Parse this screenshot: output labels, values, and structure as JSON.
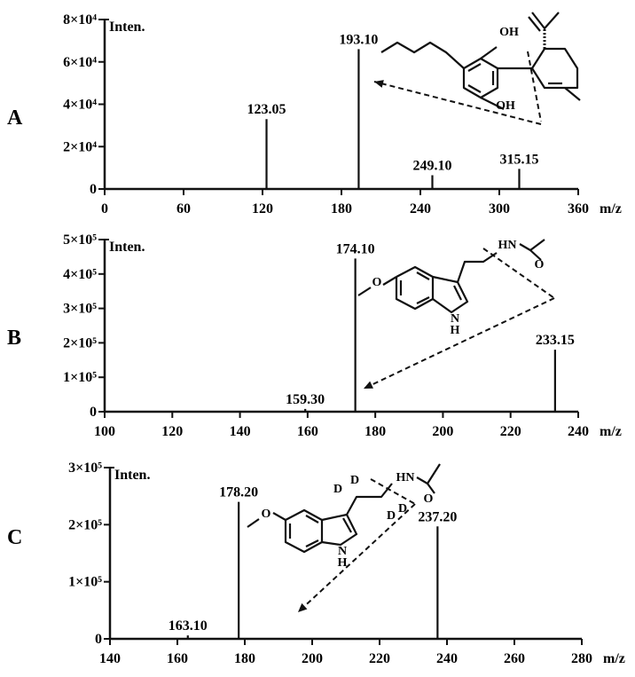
{
  "figure": {
    "panels": [
      {
        "letter": "A",
        "ylabel": "Inten.",
        "xlabel": "m/z"
      },
      {
        "letter": "B",
        "ylabel": "Inten.",
        "xlabel": "m/z"
      },
      {
        "letter": "C",
        "ylabel": "Inten.",
        "xlabel": "m/z"
      }
    ]
  },
  "chart_data": [
    {
      "type": "bar",
      "panel": "A",
      "title": "",
      "xlabel": "m/z",
      "ylabel": "Inten.",
      "xlim": [
        0,
        360
      ],
      "ylim": [
        0,
        80000
      ],
      "xticks": [
        "0",
        "60",
        "120",
        "180",
        "240",
        "300",
        "360"
      ],
      "yticks": [
        "0",
        "2×10⁴",
        "4×10⁴",
        "6×10⁴",
        "8×10⁴"
      ],
      "peaks": [
        {
          "mz": 123.05,
          "label": "123.05",
          "intensity": 33000
        },
        {
          "mz": 193.1,
          "label": "193.10",
          "intensity": 66000
        },
        {
          "mz": 249.1,
          "label": "249.10",
          "intensity": 6500
        },
        {
          "mz": 315.15,
          "label": "315.15",
          "intensity": 9500
        }
      ],
      "annotation": "CBD structure with dashed fragmentation arrow to 193.10",
      "atoms": [
        "OH",
        "OH"
      ]
    },
    {
      "type": "bar",
      "panel": "B",
      "title": "",
      "xlabel": "m/z",
      "ylabel": "Inten.",
      "xlim": [
        100,
        240
      ],
      "ylim": [
        0,
        500000
      ],
      "xticks": [
        "100",
        "120",
        "140",
        "160",
        "180",
        "200",
        "220",
        "240"
      ],
      "yticks": [
        "0",
        "1×10⁵",
        "2×10⁵",
        "3×10⁵",
        "4×10⁵",
        "5×10⁵"
      ],
      "peaks": [
        {
          "mz": 159.3,
          "label": "159.30",
          "intensity": 8000
        },
        {
          "mz": 174.1,
          "label": "174.10",
          "intensity": 445000
        },
        {
          "mz": 233.15,
          "label": "233.15",
          "intensity": 180000
        }
      ],
      "annotation": "Melatonin structure with dashed fragmentation arrow to 174.10",
      "atoms": [
        "O",
        "HN",
        "O",
        "N",
        "H"
      ]
    },
    {
      "type": "bar",
      "panel": "C",
      "title": "",
      "xlabel": "m/z",
      "ylabel": "Inten.",
      "xlim": [
        140,
        280
      ],
      "ylim": [
        0,
        300000
      ],
      "xticks": [
        "140",
        "160",
        "180",
        "200",
        "220",
        "240",
        "260",
        "280"
      ],
      "yticks": [
        "0",
        "1×10⁵",
        "2×10⁵",
        "3×10⁵"
      ],
      "peaks": [
        {
          "mz": 163.1,
          "label": "163.10",
          "intensity": 6000
        },
        {
          "mz": 178.2,
          "label": "178.20",
          "intensity": 240000
        },
        {
          "mz": 237.2,
          "label": "237.20",
          "intensity": 197000
        }
      ],
      "annotation": "Melatonin-d4 structure with dashed fragmentation arrow to 178.20",
      "atoms": [
        "O",
        "D",
        "D",
        "HN",
        "O",
        "D",
        "D",
        "N",
        "H"
      ]
    }
  ]
}
